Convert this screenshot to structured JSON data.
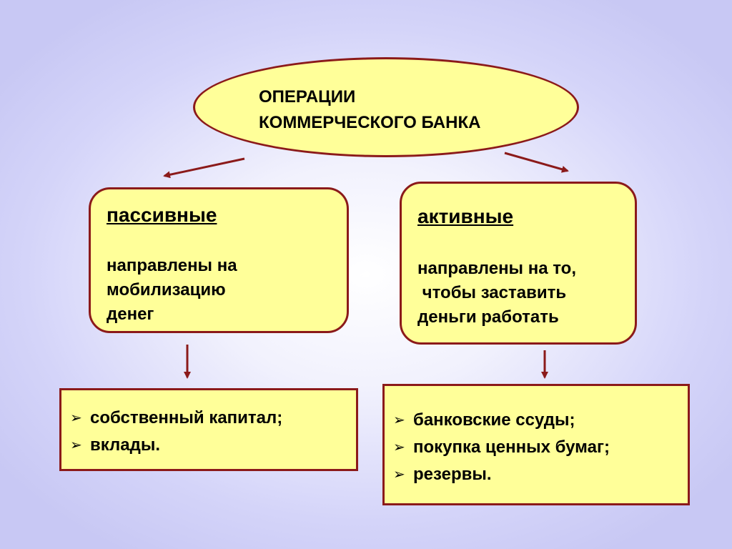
{
  "title": [
    "ОПЕРАЦИИ",
    "КОММЕРЧЕСКОГО БАНКА"
  ],
  "passive": {
    "heading": "пассивные",
    "description": [
      "направлены на",
      "мобилизацию",
      "денег"
    ],
    "items": [
      "собственный капитал;",
      "вклады."
    ]
  },
  "active": {
    "heading": "активные",
    "description": [
      "направлены на то,",
      " чтобы заставить",
      "деньги работать"
    ],
    "items": [
      "банковские ссуды;",
      "покупка ценных бумаг;",
      "резервы."
    ]
  },
  "bullet_icon": "arrowhead-bullet-icon",
  "colors": {
    "fill": "#ffff99",
    "border": "#8b1a1a",
    "arrow": "#8b1a1a"
  }
}
